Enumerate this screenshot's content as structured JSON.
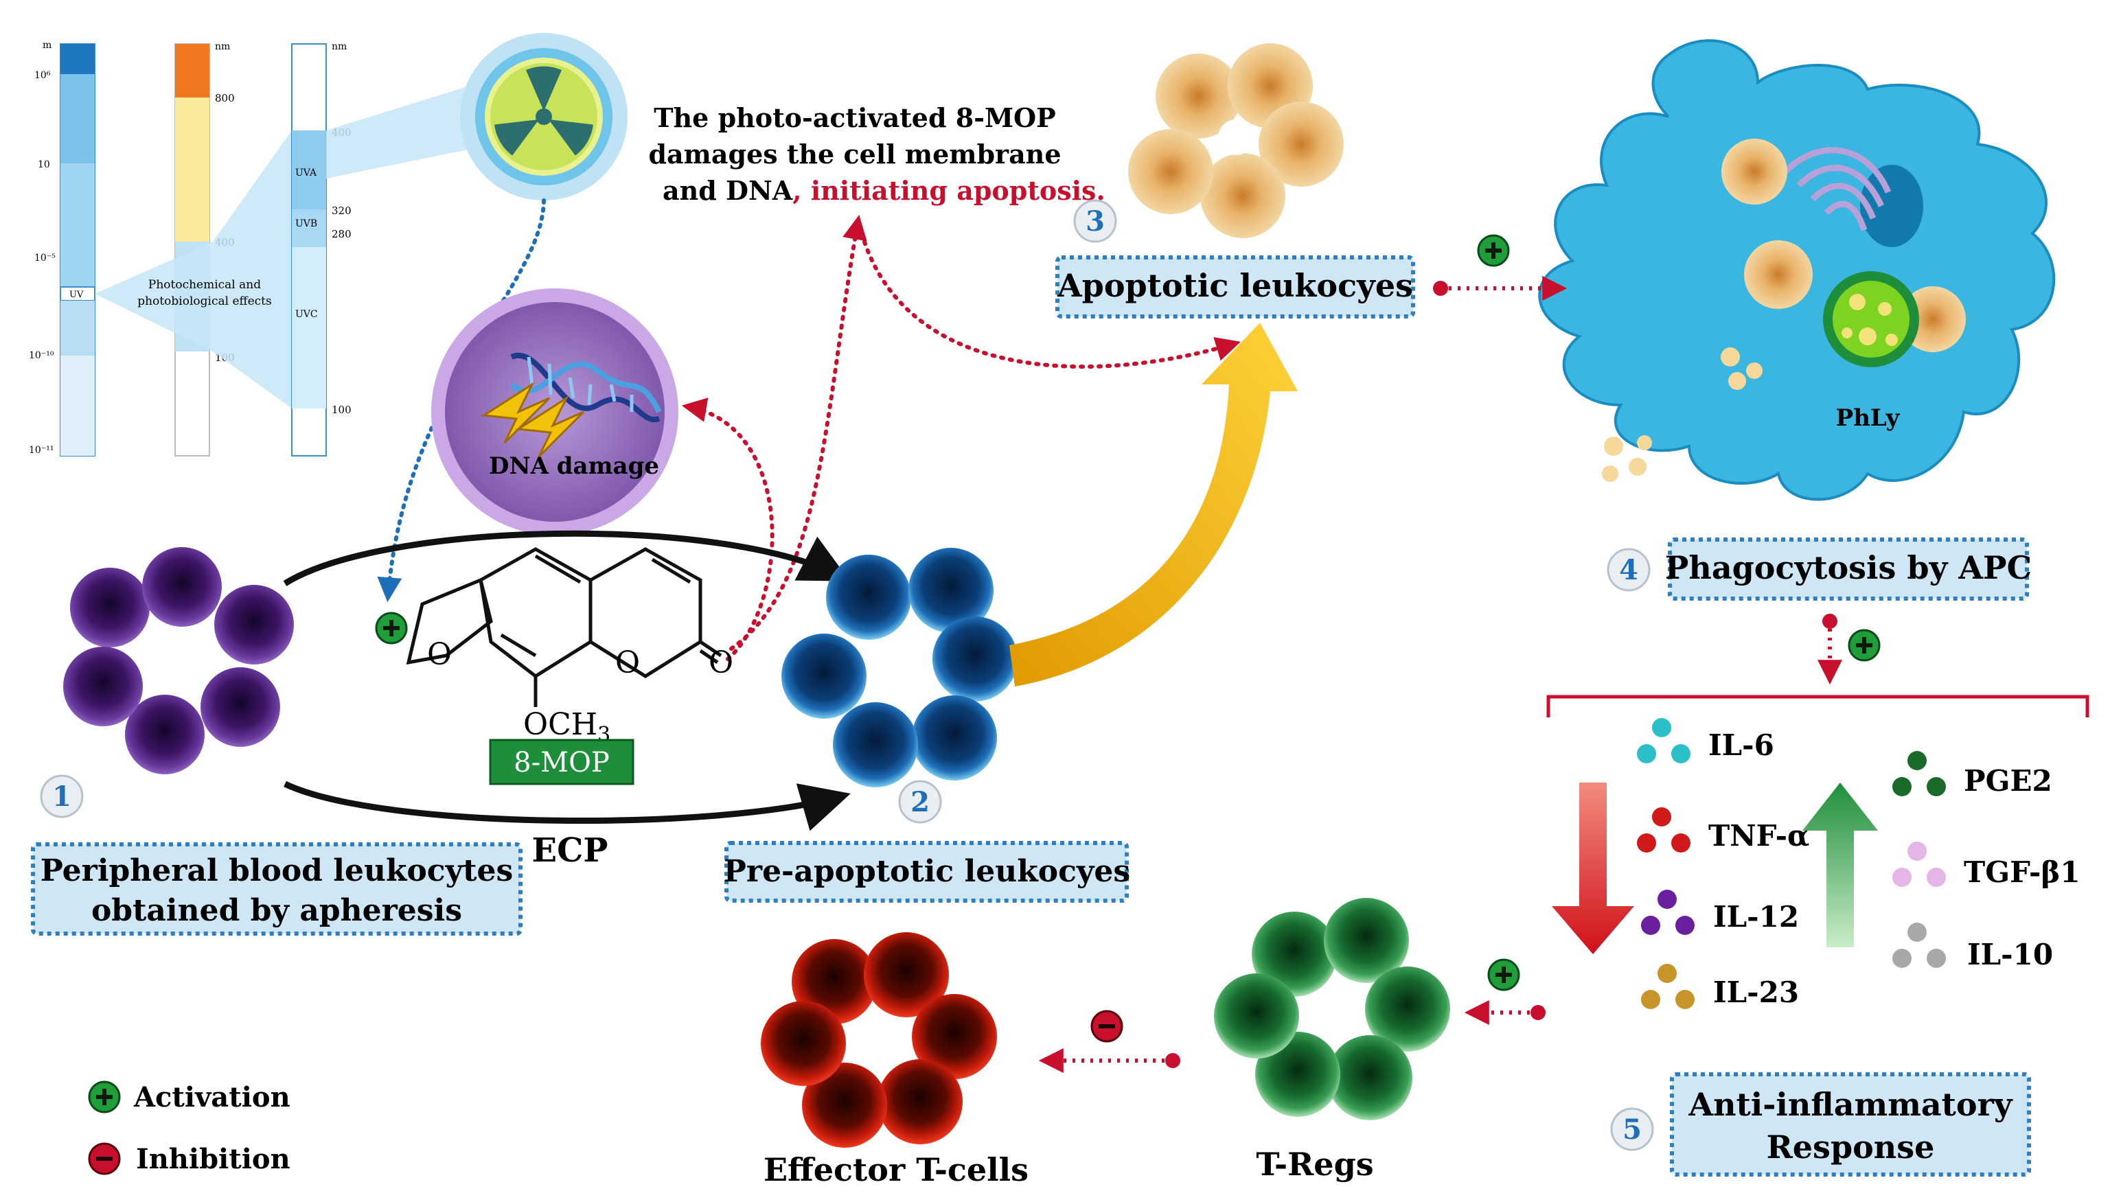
{
  "spectrum": {
    "left_bar_ticks": [
      "m",
      "10⁶",
      "10",
      "10⁻⁵",
      "UV",
      "10⁻¹⁰",
      "10⁻¹¹"
    ],
    "mid_bar_ticks": [
      "nm",
      "800",
      "400",
      "100"
    ],
    "right_bar_ticks": [
      "nm",
      "400",
      "UVA",
      "320",
      "UVB",
      "280",
      "UVC",
      "100"
    ],
    "effects_label_line1": "Photochemical and",
    "effects_label_line2": "photobiological effects"
  },
  "caption": {
    "line1": "The photo-activated 8-MOP",
    "line2": "damages the cell membrane",
    "line3_black": "and DNA",
    "line3_red": ", initiating apoptosis."
  },
  "dna_damage": "DNA damage",
  "molecule": {
    "o1": "O",
    "o2": "O",
    "o3": "O",
    "och3": "OCH",
    "och3_sub": "3",
    "name": "8-MOP"
  },
  "steps": [
    {
      "number": "1",
      "label_line1": "Peripheral blood leukocytes",
      "label_line2": "obtained by apheresis"
    },
    {
      "number": "2",
      "label": "Pre-apoptotic leukocyes"
    },
    {
      "number": "3",
      "label": "Apoptotic leukocyes"
    },
    {
      "number": "4",
      "label": "Phagocytosis by APC"
    },
    {
      "number": "5",
      "label_line1": "Anti-inflammatory",
      "label_line2": "Response"
    }
  ],
  "ecp_label": "ECP",
  "phly_label": "PhLy",
  "cytokines_down": [
    "IL-6",
    "TNF-α",
    "IL-12",
    "IL-23"
  ],
  "cytokines_up": [
    "PGE2",
    "TGF-β1",
    "IL-10"
  ],
  "cells": {
    "tregs": "T-Regs",
    "effector": "Effector T-cells"
  },
  "legend": {
    "activation": "Activation",
    "inhibition": "Inhibition"
  },
  "colors": {
    "activation_green": "#1f9e3a",
    "inhibition_red": "#c8102e",
    "label_box_fill": "#cfe6f5",
    "label_box_border": "#2f7fc0",
    "pre_apoptotic": "#0d4a86",
    "peripheral": "#4a1f78",
    "tregs": "#1e7a3a",
    "effector": "#7a0a00",
    "arrow_gold": "#f2b705",
    "apc_blue": "#3ab6e0"
  },
  "icons": [
    "radiation-icon",
    "dna-icon",
    "activation-icon",
    "inhibition-icon"
  ]
}
